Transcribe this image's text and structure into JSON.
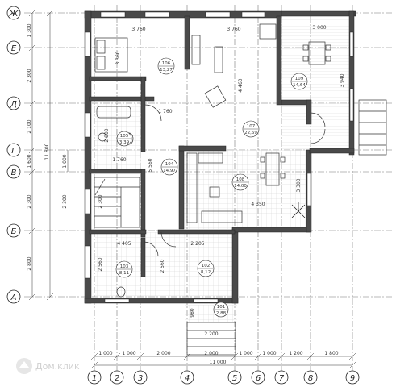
{
  "axes": {
    "rows": [
      {
        "label": "Ж"
      },
      {
        "label": "Е"
      },
      {
        "label": "Д"
      },
      {
        "label": "Г"
      },
      {
        "label": "В"
      },
      {
        "label": "Б"
      },
      {
        "label": "А"
      }
    ],
    "cols": [
      {
        "label": "1"
      },
      {
        "label": "2"
      },
      {
        "label": "3"
      },
      {
        "label": "4"
      },
      {
        "label": "5"
      },
      {
        "label": "6"
      },
      {
        "label": "7"
      },
      {
        "label": "8"
      },
      {
        "label": "9"
      }
    ]
  },
  "left_dims": {
    "outer": [
      "1 300",
      "2 300",
      "2 100",
      "1 600",
      "2 300",
      "2 800"
    ],
    "total": "11 800",
    "inner": [
      "1 000"
    ]
  },
  "bottom_dims": {
    "segments": [
      "1 000",
      "1 000",
      "2 000",
      "2 000",
      "1 000",
      "1 000",
      "1 200",
      "1 800"
    ],
    "total": "11 000"
  },
  "inner_dims": {
    "d1": "3 760",
    "d2": "3 760",
    "d3": "3 000",
    "d4": "3 360",
    "d5": "1 760",
    "d6": "1 760",
    "d7": "2 800",
    "d8": "5 560",
    "d9": "4 460",
    "d10": "3 940",
    "d11": "4 405",
    "d12": "2 205",
    "d13": "2 560",
    "d14": "2 560",
    "d15": "4 350",
    "d16": "3 300",
    "d17": "2 300",
    "d18": "980",
    "d19": "2 200",
    "d20": "2 300"
  },
  "rooms": [
    {
      "num": "106",
      "area": "13,27"
    },
    {
      "num": "109",
      "area": "14,64"
    },
    {
      "num": "107",
      "area": "22,69"
    },
    {
      "num": "105",
      "area": "3,39"
    },
    {
      "num": "104",
      "area": "14,97"
    },
    {
      "num": "108",
      "area": "14,00"
    },
    {
      "num": "103",
      "area": "8,11"
    },
    {
      "num": "102",
      "area": "8,12"
    },
    {
      "num": "101",
      "area": "2,88"
    }
  ],
  "watermark": "Дом.клик"
}
